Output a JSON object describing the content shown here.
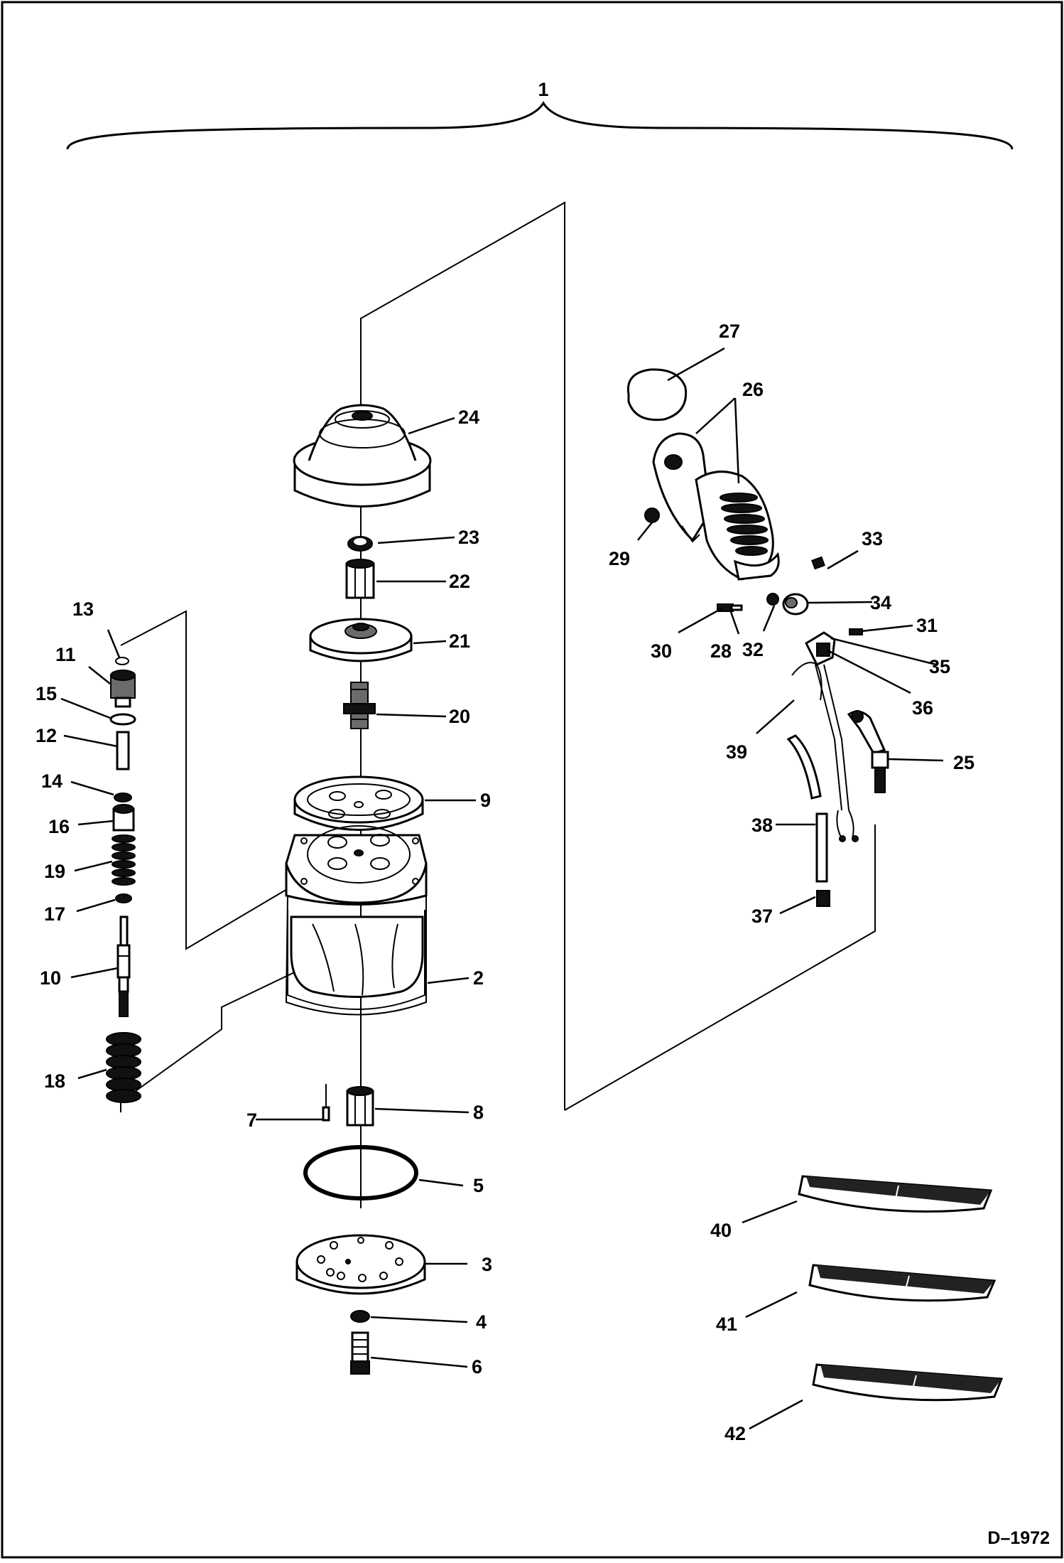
{
  "drawing_number": "D–1972",
  "assembly_label": "1",
  "callouts": [
    {
      "id": "c2",
      "text": "2"
    },
    {
      "id": "c3",
      "text": "3"
    },
    {
      "id": "c4",
      "text": "4"
    },
    {
      "id": "c5",
      "text": "5"
    },
    {
      "id": "c6",
      "text": "6"
    },
    {
      "id": "c7",
      "text": "7"
    },
    {
      "id": "c8",
      "text": "8"
    },
    {
      "id": "c9",
      "text": "9"
    },
    {
      "id": "c10",
      "text": "10"
    },
    {
      "id": "c11",
      "text": "11"
    },
    {
      "id": "c12",
      "text": "12"
    },
    {
      "id": "c13",
      "text": "13"
    },
    {
      "id": "c14",
      "text": "14"
    },
    {
      "id": "c15",
      "text": "15"
    },
    {
      "id": "c16",
      "text": "16"
    },
    {
      "id": "c17",
      "text": "17"
    },
    {
      "id": "c18",
      "text": "18"
    },
    {
      "id": "c19",
      "text": "19"
    },
    {
      "id": "c20",
      "text": "20"
    },
    {
      "id": "c21",
      "text": "21"
    },
    {
      "id": "c22",
      "text": "22"
    },
    {
      "id": "c23",
      "text": "23"
    },
    {
      "id": "c24",
      "text": "24"
    },
    {
      "id": "c25",
      "text": "25"
    },
    {
      "id": "c26",
      "text": "26"
    },
    {
      "id": "c27",
      "text": "27"
    },
    {
      "id": "c28",
      "text": "28"
    },
    {
      "id": "c29",
      "text": "29"
    },
    {
      "id": "c30",
      "text": "30"
    },
    {
      "id": "c31",
      "text": "31"
    },
    {
      "id": "c32",
      "text": "32"
    },
    {
      "id": "c33",
      "text": "33"
    },
    {
      "id": "c34",
      "text": "34"
    },
    {
      "id": "c35",
      "text": "35"
    },
    {
      "id": "c36",
      "text": "36"
    },
    {
      "id": "c37",
      "text": "37"
    },
    {
      "id": "c38",
      "text": "38"
    },
    {
      "id": "c39",
      "text": "39"
    },
    {
      "id": "c40",
      "text": "40"
    },
    {
      "id": "c41",
      "text": "41"
    },
    {
      "id": "c42",
      "text": "42"
    }
  ]
}
